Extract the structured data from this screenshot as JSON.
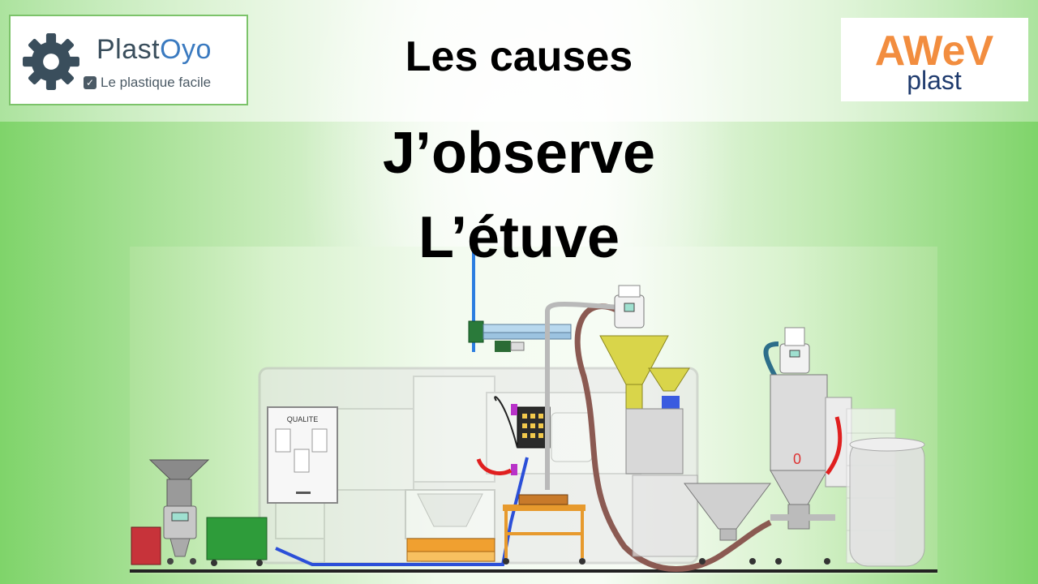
{
  "header": {
    "title": "Les causes",
    "line1": "J’observe",
    "line2": "L’étuve"
  },
  "logo_left": {
    "brand_part1": "Plast",
    "brand_part2": "Oyo",
    "tagline": "Le plastique facile",
    "icon": "gear-icon",
    "checkbox_icon": "checkbox-icon"
  },
  "logo_right": {
    "brand_top": "AWeV",
    "brand_bottom": "plast"
  },
  "illustration": {
    "quality_cabinet_label": "QUALITE",
    "dryer_label": "0"
  },
  "colors": {
    "green_edge": "#7fd46a",
    "logo_border": "#7cc36a",
    "plastoyo_dark": "#3a4e5c",
    "plastoyo_blue": "#3a7ac0",
    "awev_orange": "#f07a1e",
    "awev_navy": "#1f3b6e"
  }
}
